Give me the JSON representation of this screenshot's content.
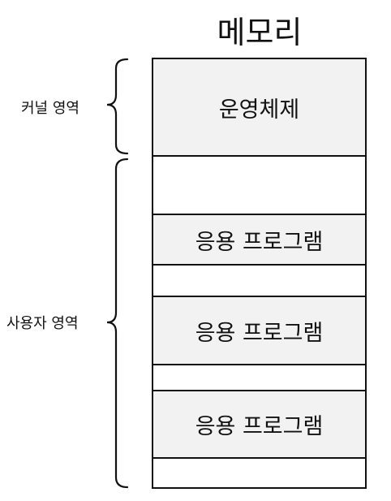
{
  "title": "메모리",
  "blocks": {
    "os": "운영체제",
    "app_1": "응용 프로그램",
    "app_2": "응용 프로그램",
    "app_3": "응용 프로그램"
  },
  "regions": {
    "kernel": "커널 영역",
    "user": "사용자 영역"
  }
}
